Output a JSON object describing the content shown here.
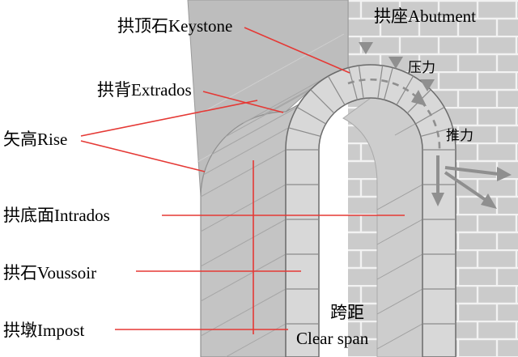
{
  "diagram": {
    "type": "architecture-arch-anatomy",
    "labels": {
      "keystone": "拱顶石Keystone",
      "abutment": "拱座Abutment",
      "extrados": "拱背Extrados",
      "rise": "矢高Rise",
      "intrados": "拱底面Intrados",
      "voussoir": "拱石Voussoir",
      "impost": "拱墩Impost",
      "span_cn": "跨距",
      "span_en": "Clear span",
      "pressure": "压力",
      "thrust": "推力"
    },
    "colors": {
      "background": "#ffffff",
      "wall": "#cbcbcb",
      "mortar": "#f2f2f2",
      "wall_side": "#bdbdbd",
      "arch_side": "#c4c4c4",
      "arch_face": "#d8d8d8",
      "interior": "#cdcdcd",
      "joint": "#8a8a8a",
      "leader_line": "#e53935",
      "force_arrow": "#8f8f8f",
      "text": "#000000"
    }
  }
}
